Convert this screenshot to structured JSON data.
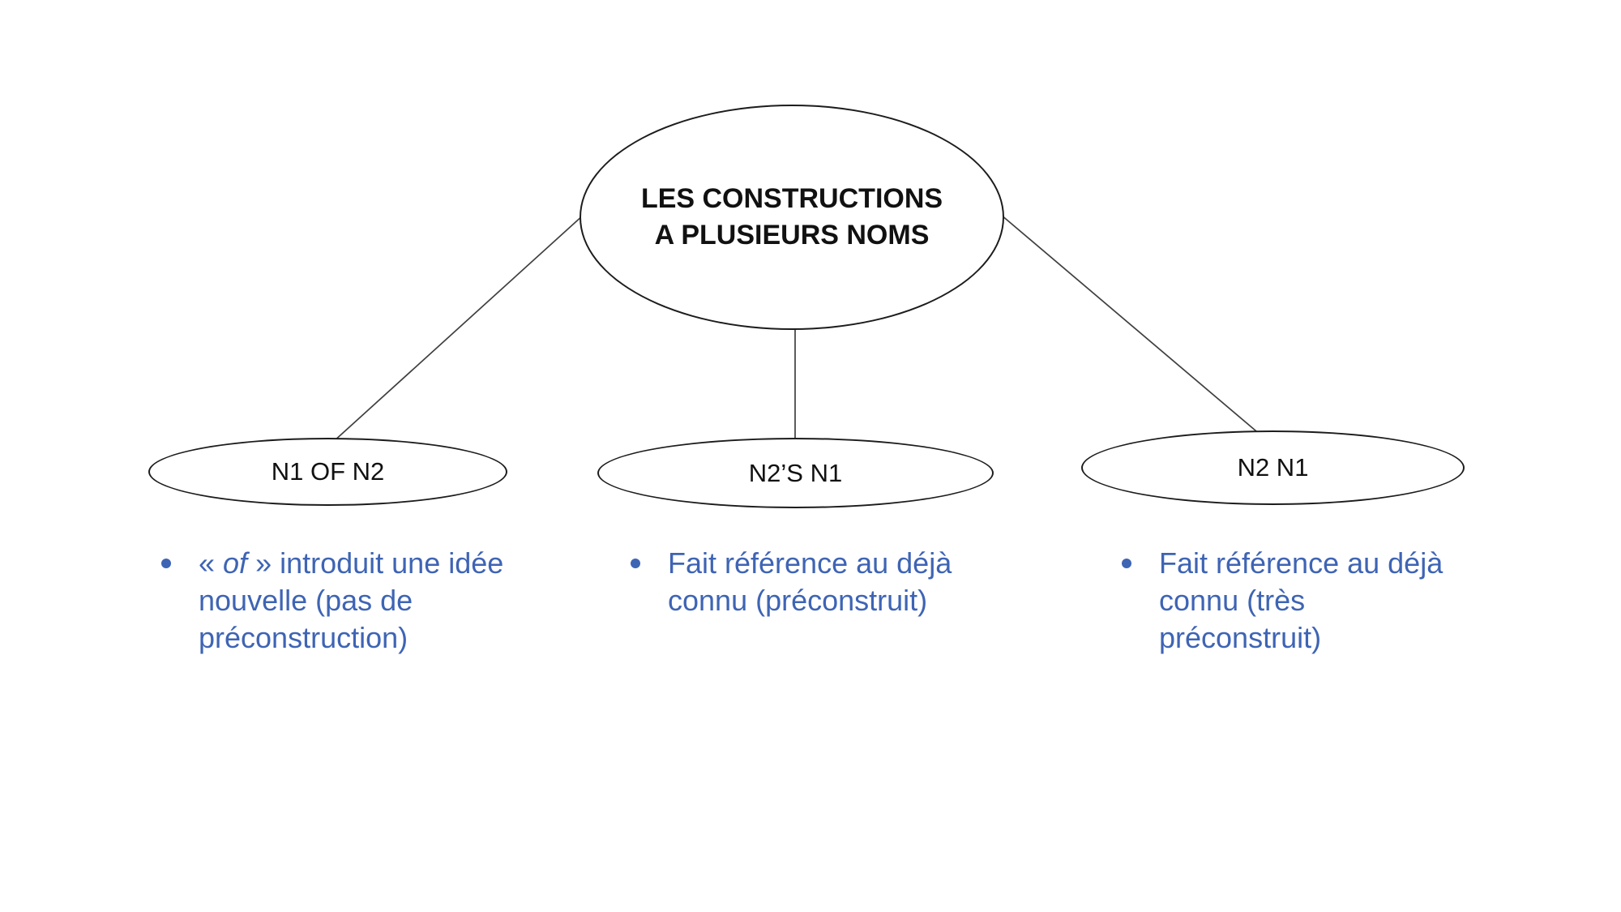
{
  "slide": {
    "background": "#ffffff"
  },
  "colors": {
    "bullet_text": "#3E64B4",
    "shape_outline": "#1c1c1c",
    "connector_line": "#3f3f3f",
    "label_text": "#111111"
  },
  "diagram": {
    "root": {
      "line1": "LES CONSTRUCTIONS",
      "line2": "A PLUSIEURS NOMS"
    },
    "nodes": [
      {
        "label": "N1 OF N2",
        "bullet": {
          "line1_pre": "« ",
          "line1_italic": "of",
          "line1_post": " » introduit une idée",
          "line2": "nouvelle (pas de",
          "line3": "préconstruction)"
        }
      },
      {
        "label": "N2’S N1",
        "bullet": {
          "line1": "Fait référence au déjà",
          "line2": "connu (préconstruit)"
        }
      },
      {
        "label": "N2 N1",
        "bullet": {
          "line1": "Fait référence au déjà",
          "line2": "connu (très",
          "line3": "préconstruit)"
        }
      }
    ]
  }
}
